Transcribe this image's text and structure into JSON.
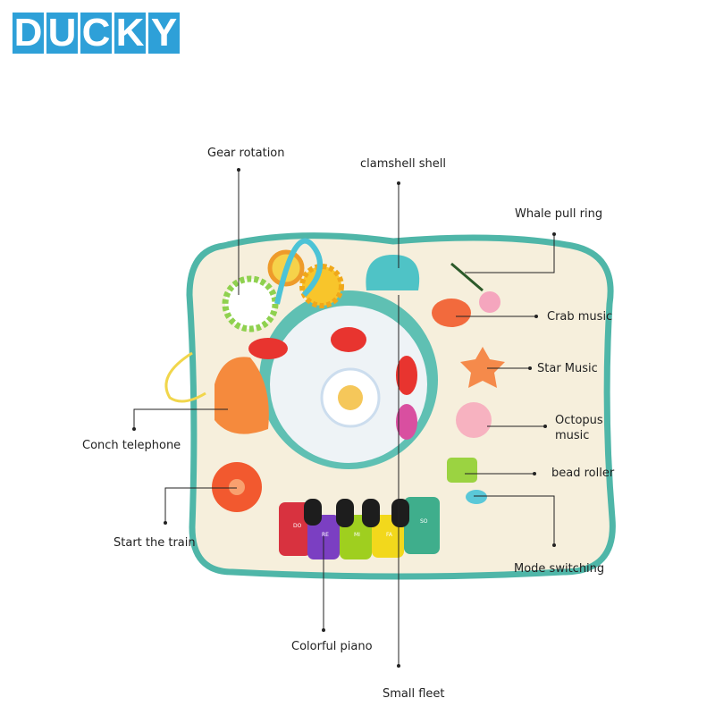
{
  "logo": {
    "letters": [
      "D",
      "U",
      "C",
      "K",
      "Y"
    ],
    "color": "#2ea0d8"
  },
  "labels": {
    "gear_rotation": "Gear rotation",
    "clamshell_shell": "clamshell shell",
    "whale_pull_ring": "Whale pull ring",
    "crab_music": "Crab music",
    "star_music": "Star Music",
    "octopus_music_1": "Octopus",
    "octopus_music_2": "music",
    "bead_roller": "bead roller",
    "mode_switching": "Mode switching",
    "conch_telephone": "Conch telephone",
    "start_the_train": "Start the train",
    "colorful_piano": "Colorful piano",
    "small_fleet": "Small fleet"
  },
  "piano_keys": [
    "DO",
    "RE",
    "MI",
    "FA",
    "SO"
  ],
  "colors": {
    "board": "#f6efdc",
    "rim": "#4fb6a8",
    "keys": [
      "#d8323f",
      "#7b3fc2",
      "#9fcf1f",
      "#f2d81c",
      "#3fae8c"
    ]
  }
}
